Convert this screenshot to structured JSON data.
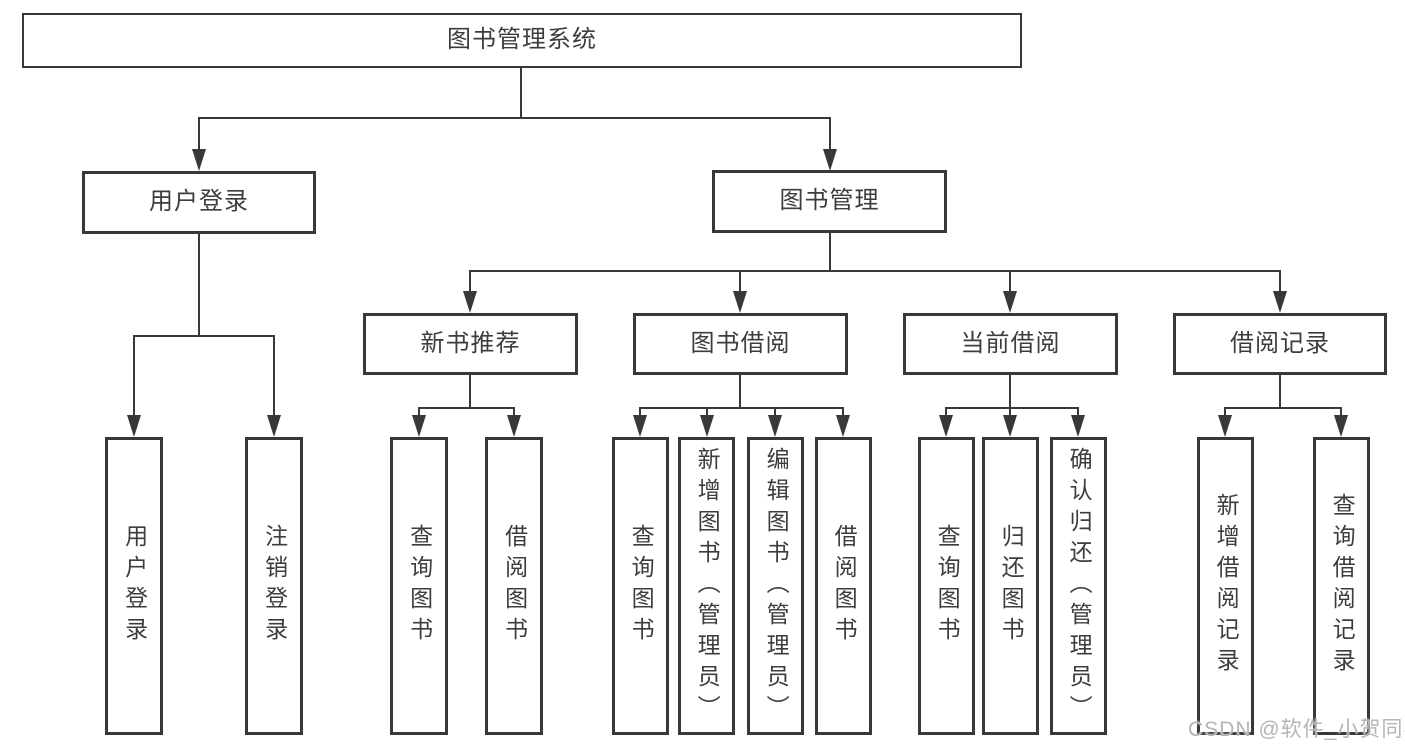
{
  "diagram": {
    "root": {
      "label": "图书管理系统"
    },
    "level2": {
      "user_login": {
        "label": "用户登录"
      },
      "book_management": {
        "label": "图书管理"
      }
    },
    "level3": {
      "new_book_recommend": {
        "label": "新书推荐"
      },
      "book_borrow": {
        "label": "图书借阅"
      },
      "current_borrow": {
        "label": "当前借阅"
      },
      "borrow_records": {
        "label": "借阅记录"
      }
    },
    "leaves": {
      "user_login": [
        "用户登录",
        "注销登录"
      ],
      "new_book_recommend": [
        "查询图书",
        "借阅图书"
      ],
      "book_borrow": [
        "查询图书",
        "新增图书（管理员）",
        "编辑图书（管理员）",
        "借阅图书"
      ],
      "current_borrow": [
        "查询图书",
        "归还图书",
        "确认归还（管理员）"
      ],
      "borrow_records": [
        "新增借阅记录",
        "查询借阅记录"
      ]
    },
    "watermark": "CSDN @软件_小贺同学",
    "colors": {
      "line": "#383838",
      "text": "#3d3d3d",
      "watermark": "#b5b5b5",
      "background": "#ffffff"
    }
  }
}
